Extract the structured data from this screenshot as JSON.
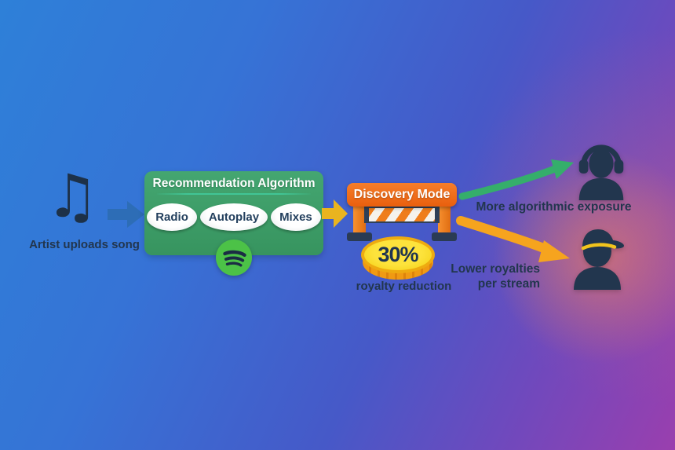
{
  "diagram": {
    "artist_step": {
      "label": "Artist uploads song",
      "icon": "music-note-icon"
    },
    "algorithm_box": {
      "title": "Recommendation Algorithm",
      "pills": [
        "Radio",
        "Autoplay",
        "Mixes"
      ],
      "logo_icon": "spotify-logo-icon"
    },
    "discovery": {
      "sign_label": "Discovery Mode",
      "coin_value": "30%",
      "caption": "royalty reduction",
      "icon": "roadblock-barrier-icon"
    },
    "outcomes": {
      "exposure": {
        "label": "More algorithmic exposure",
        "icon": "listener-headphones-icon"
      },
      "royalties": {
        "label_line1": "Lower royalties",
        "label_line2": "per stream",
        "icon": "artist-cap-icon"
      }
    },
    "colors": {
      "background_blue": "#2e80d8",
      "background_purple": "#9a3fae",
      "glow_salmon": "#f0825c",
      "box_green": "#3da06b",
      "underline_teal": "#41c596",
      "sign_orange": "#f2701d",
      "coin_yellow": "#f8d826",
      "coin_edge_orange": "#f09a13",
      "spotify_green": "#4cc247",
      "arrow_blue": "#2d6db6",
      "arrow_yellow": "#e9b41f",
      "arrow_green": "#35ae6b",
      "arrow_orange": "#f6a41e",
      "ink_navy": "#22364e"
    }
  }
}
